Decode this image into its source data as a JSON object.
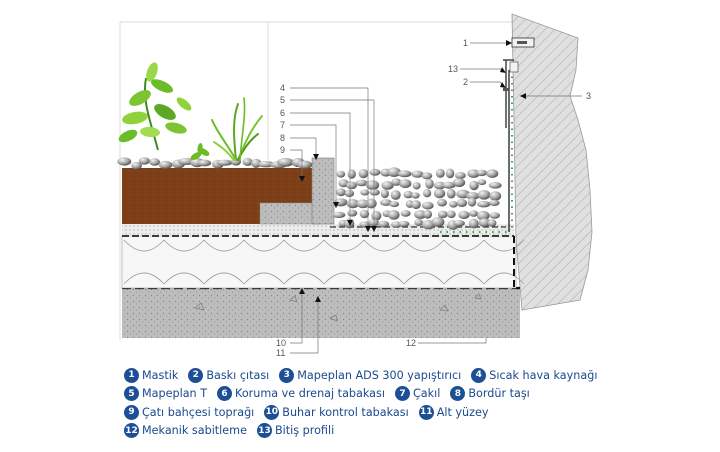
{
  "diagram": {
    "callouts": [
      "1",
      "13",
      "2",
      "3",
      "4",
      "5",
      "6",
      "7",
      "8",
      "9",
      "10",
      "11",
      "12"
    ]
  },
  "legend": {
    "rows": [
      [
        {
          "num": "1",
          "label": "Mastik"
        },
        {
          "num": "2",
          "label": "Baskı çıtası"
        },
        {
          "num": "3",
          "label": "Mapeplan ADS 300 yapıştırıcı"
        },
        {
          "num": "4",
          "label": "Sıcak hava kaynağı"
        }
      ],
      [
        {
          "num": "5",
          "label": "Mapeplan T"
        },
        {
          "num": "6",
          "label": "Koruma ve drenaj tabakası"
        },
        {
          "num": "7",
          "label": "Çakıl"
        },
        {
          "num": "8",
          "label": "Bordür taşı"
        }
      ],
      [
        {
          "num": "9",
          "label": "Çatı bahçesi toprağı"
        },
        {
          "num": "10",
          "label": "Buhar kontrol tabakası"
        },
        {
          "num": "11",
          "label": "Alt yüzey"
        }
      ],
      [
        {
          "num": "12",
          "label": "Mekanik sabitleme"
        },
        {
          "num": "13",
          "label": "Bitiş profili"
        }
      ]
    ]
  },
  "colors": {
    "legend_text": "#1a4a8f",
    "legend_badge": "#1c4f96",
    "soil": "#7d3f18",
    "concrete": "#b3b3b3",
    "wall": "#d9d9d9",
    "plants": "#6cbc2a"
  }
}
